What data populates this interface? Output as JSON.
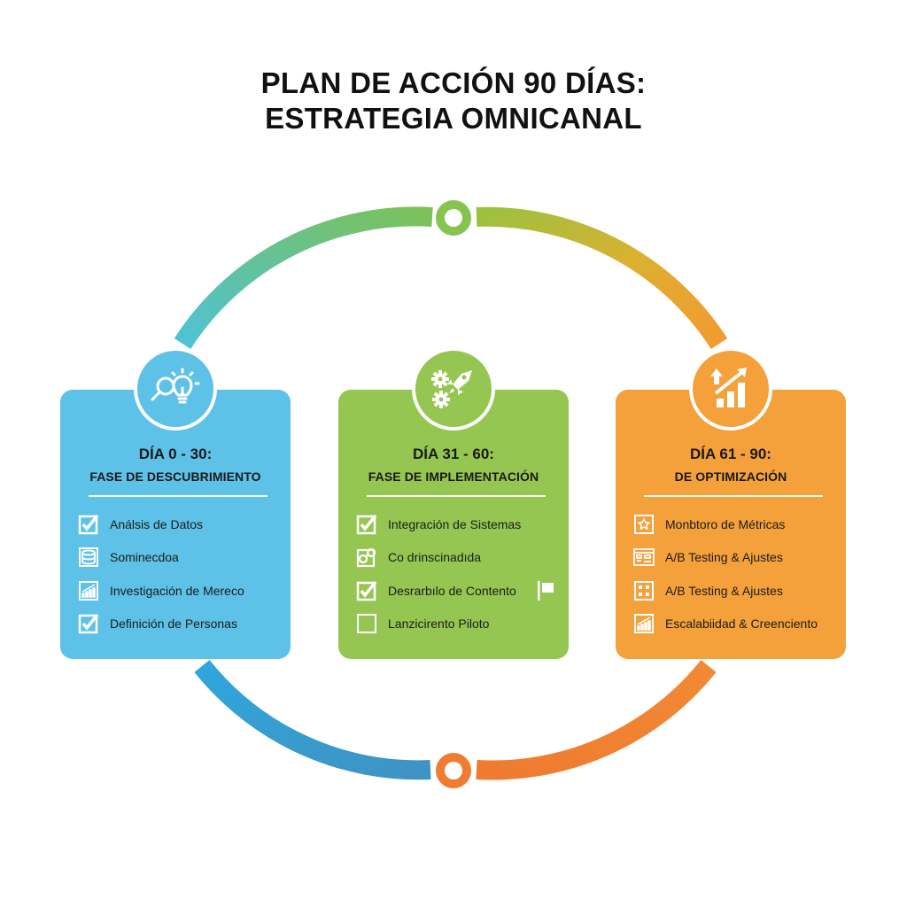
{
  "title": {
    "line1": "PLAN DE ACCIÓN 90 DÍAS:",
    "line2": "ESTRATEGIA OMNICANAL"
  },
  "colors": {
    "blue": "#5ec1e8",
    "green": "#95c652",
    "orange": "#f4a03b",
    "ring_teal": "#4cbfb8",
    "ring_blue_bottom": "#2f9fd6",
    "ring_orange_bottom": "#ef7d31",
    "node_top": "#86c350",
    "node_bottom": "#ef7d31"
  },
  "phases": [
    {
      "day": "DÍA 0 - 30:",
      "name": "FASE DE DESCUBRIMIENTO",
      "icon": "magnifier-lightbulb-icon",
      "items": [
        {
          "icon": "checkbox-checked-icon",
          "label": "Análsis de Datos"
        },
        {
          "icon": "database-icon",
          "label": "Sominecdoa"
        },
        {
          "icon": "bar-chart-icon",
          "label": "Investigación de Mereco"
        },
        {
          "icon": "checkbox-checked-icon",
          "label": "Definición de Personas"
        }
      ]
    },
    {
      "day": "DÍA 31 - 60:",
      "name": "FASE DE IMPLEMENTACIÓN",
      "icon": "gears-rocket-icon",
      "items": [
        {
          "icon": "checkbox-checked-icon",
          "label": "Integración de Sistemas"
        },
        {
          "icon": "link-icon",
          "label": "Co drinscinadıda"
        },
        {
          "icon": "checkbox-checked-icon",
          "label": "Desrarbılo de Contento",
          "extra_icon": "flag-icon"
        },
        {
          "icon": "checkbox-empty-icon",
          "label": "Lanzicirento Piloto"
        }
      ]
    },
    {
      "day": "DÍA 61 - 90:",
      "name": "DE OPTIMIZACIÓN",
      "icon": "growth-chart-icon",
      "items": [
        {
          "icon": "star-box-icon",
          "label": "Monbtoro de Métricas"
        },
        {
          "icon": "dashboard-icon",
          "label": "A/B Testing & Ajustes"
        },
        {
          "icon": "grid-dots-icon",
          "label": "A/B Testing & Ajustes"
        },
        {
          "icon": "bar-chart-icon",
          "label": "Escalabiidad & Creenciento"
        }
      ]
    }
  ]
}
